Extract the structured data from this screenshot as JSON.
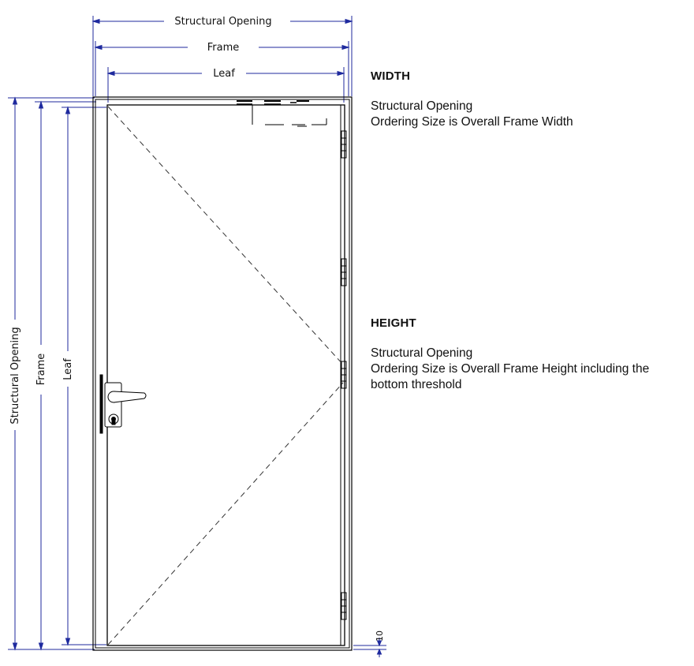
{
  "dimensions": {
    "width": {
      "structural_opening": "Structural Opening",
      "frame": "Frame",
      "leaf": "Leaf"
    },
    "height": {
      "structural_opening": "Structural Opening",
      "frame": "Frame",
      "leaf": "Leaf"
    },
    "threshold_gap": "10"
  },
  "notes": {
    "width": {
      "heading": "WIDTH",
      "line1": "Structural Opening",
      "line2": "Ordering Size is Overall Frame Width"
    },
    "height": {
      "heading": "HEIGHT",
      "line1": "Structural Opening",
      "line2": "Ordering Size is Overall Frame Height including the bottom threshold"
    }
  },
  "colors": {
    "dimension_line": "#1f2a9e",
    "outline": "#000000"
  }
}
